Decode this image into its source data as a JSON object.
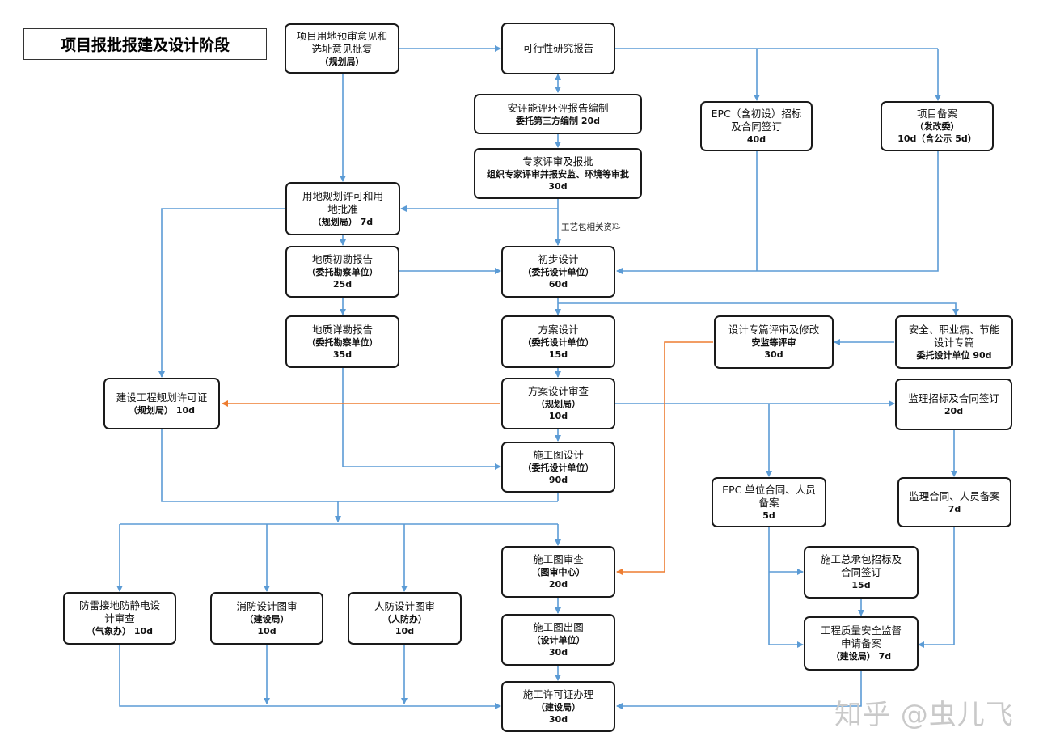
{
  "title": "项目报批报建及设计阶段",
  "edge_label": "工艺包相关资料",
  "watermark": "知乎 @虫儿飞",
  "colors": {
    "blue": "#5b9bd5",
    "orange": "#ed7d31"
  },
  "nodes": {
    "site_selection": {
      "l1": "项目用地预审意见和",
      "l2": "选址意见批复",
      "l3": "（规划局）"
    },
    "feasibility": {
      "l1": "可行性研究报告"
    },
    "safety_eval": {
      "l1": "安评能评环评报告编制",
      "l2": "委托第三方编制  20d"
    },
    "expert_review": {
      "l1": "专家评审及报批",
      "l2": "组织专家评审并报安监、环境等审批",
      "l3": "30d"
    },
    "epc_bid": {
      "l1": "EPC（含初设）招标",
      "l2": "及合同签订",
      "l3": "40d"
    },
    "project_filing": {
      "l1": "项目备案",
      "l2": "（发改委）",
      "l3": "10d（含公示 5d）"
    },
    "land_permit": {
      "l1": "用地规划许可和用",
      "l2": "地批准",
      "l3": "（规划局）  7d"
    },
    "geo_initial": {
      "l1": "地质初勘报告",
      "l2": "（委托勘察单位）",
      "l3": "25d"
    },
    "prelim_design": {
      "l1": "初步设计",
      "l2": "（委托设计单位）",
      "l3": "60d"
    },
    "geo_detail": {
      "l1": "地质详勘报告",
      "l2": "（委托勘察单位）",
      "l3": "35d"
    },
    "scheme_design": {
      "l1": "方案设计",
      "l2": "（委托设计单位）",
      "l3": "15d"
    },
    "special_review": {
      "l1": "设计专篇评审及修改",
      "l2": "安监等评审",
      "l3": "30d"
    },
    "safety_special": {
      "l1": "安全、职业病、节能",
      "l2": "设计专篇",
      "l3": "委托设计单位  90d"
    },
    "build_permit": {
      "l1": "建设工程规划许可证",
      "l2": "（规划局）  10d"
    },
    "scheme_review": {
      "l1": "方案设计审查",
      "l2": "（规划局）",
      "l3": "10d"
    },
    "supervision_bid": {
      "l1": "监理招标及合同签订",
      "l2": "20d"
    },
    "construction_drawing": {
      "l1": "施工图设计",
      "l2": "（委托设计单位）",
      "l3": "90d"
    },
    "epc_filing": {
      "l1": "EPC 单位合同、人员",
      "l2": "备案",
      "l3": "5d"
    },
    "supervision_filing": {
      "l1": "监理合同、人员备案",
      "l2": "7d"
    },
    "drawing_review": {
      "l1": "施工图审查",
      "l2": "（图审中心）",
      "l3": "20d"
    },
    "general_contract": {
      "l1": "施工总承包招标及",
      "l2": "合同签订",
      "l3": "15d"
    },
    "lightning": {
      "l1": "防雷接地防静电设",
      "l2": "计审查",
      "l3": "（气象办）  10d"
    },
    "fire_review": {
      "l1": "消防设计图审",
      "l2": "（建设局）",
      "l3": "10d"
    },
    "civil_defense": {
      "l1": "人防设计图审",
      "l2": "（人防办）",
      "l3": "10d"
    },
    "drawing_issue": {
      "l1": "施工图出图",
      "l2": "（设计单位）",
      "l3": "30d"
    },
    "quality_supervision": {
      "l1": "工程质量安全监督",
      "l2": "申请备案",
      "l3": "（建设局）  7d"
    },
    "construction_permit": {
      "l1": "施工许可证办理",
      "l2": "（建设局）",
      "l3": "30d"
    }
  }
}
